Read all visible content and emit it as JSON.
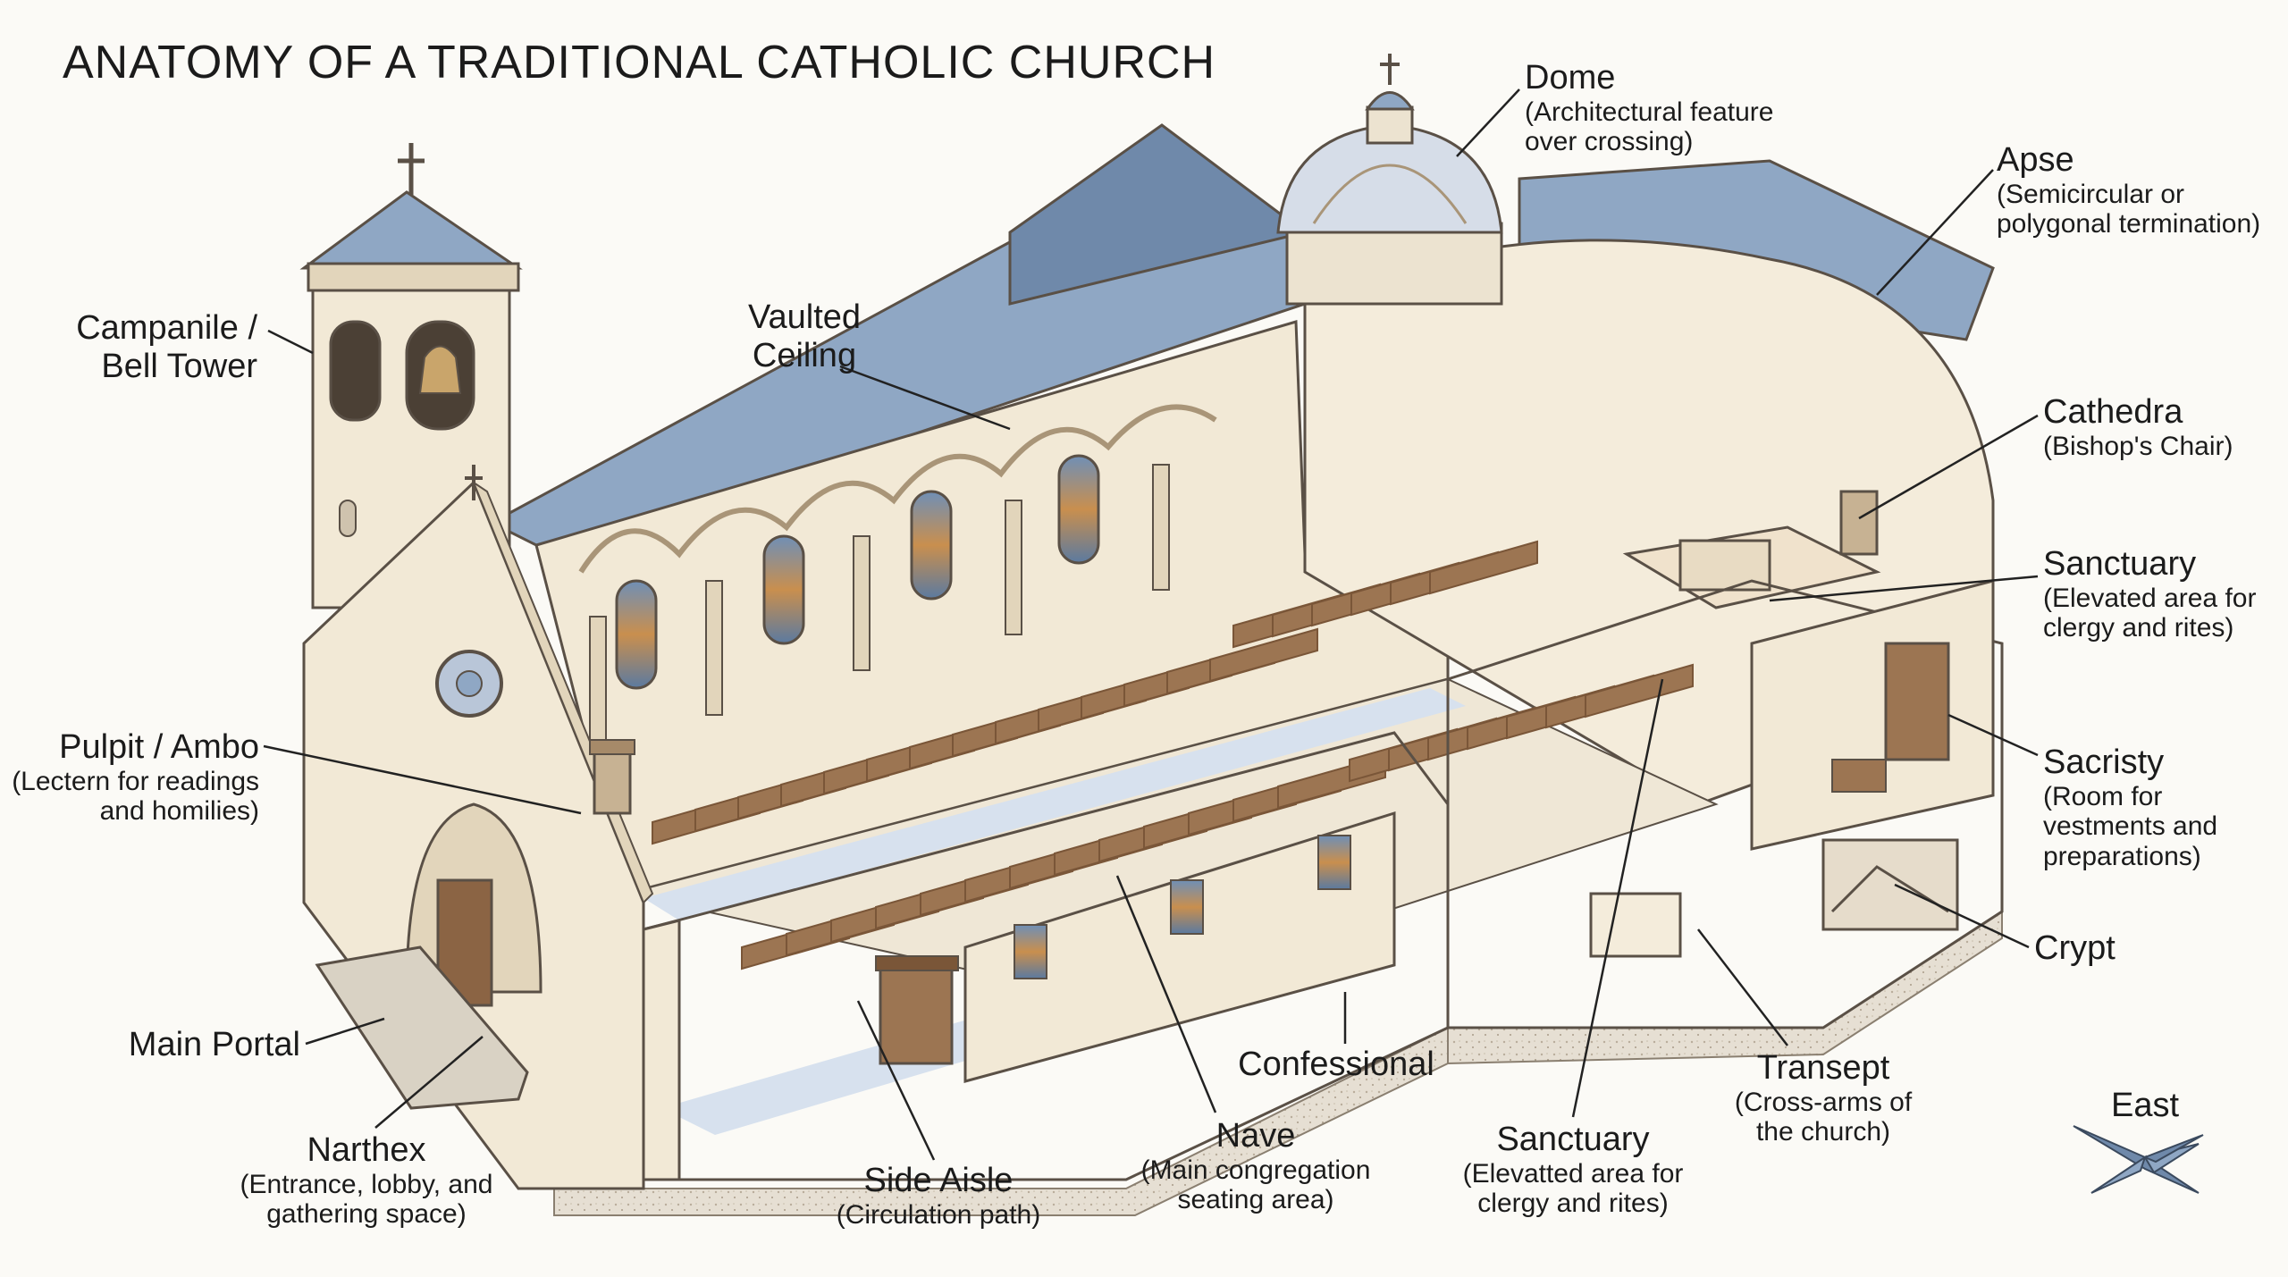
{
  "title": "ANATOMY OF A TRADITIONAL CATHOLIC CHURCH",
  "colors": {
    "background": "#fbfaf6",
    "wall": "#f2e9d6",
    "wall_shadow": "#e2d5bb",
    "roof": "#8fa7c4",
    "roof_dark": "#6f89aa",
    "floor": "#efe7d6",
    "aisle": "#d7e1ee",
    "pew": "#9c7552",
    "pew_dark": "#7a5638",
    "outline": "#5a5046",
    "leader": "#222222"
  },
  "labels": {
    "dome": {
      "name": "Dome",
      "desc": "(Architectural feature\nover crossing)"
    },
    "apse": {
      "name": "Apse",
      "desc": "(Semicircular or\npolygonal termination)"
    },
    "campanile": {
      "name": "Campanile /\nBell Tower"
    },
    "vaulted": {
      "name": "Vaulted\nCeiling"
    },
    "cathedra": {
      "name": "Cathedra",
      "desc": "(Bishop's Chair)"
    },
    "sanctuary_right": {
      "name": "Sanctuary",
      "desc": "(Elevated area for\nclergy and rites)"
    },
    "pulpit": {
      "name": "Pulpit / Ambo",
      "desc": "(Lectern for readings\nand homilies)"
    },
    "sacristy": {
      "name": "Sacristy",
      "desc": "(Room for\nvestments and\npreparations)"
    },
    "crypt": {
      "name": "Crypt"
    },
    "main_portal": {
      "name": "Main Portal"
    },
    "confessional": {
      "name": "Confessional"
    },
    "transept": {
      "name": "Transept",
      "desc": "(Cross-arms of\nthe church)"
    },
    "narthex": {
      "name": "Narthex",
      "desc": "(Entrance, lobby, and\ngathering space)"
    },
    "nave": {
      "name": "Nave",
      "desc": "(Main congregation\nseating area)"
    },
    "side_aisle": {
      "name": "Side Aisle",
      "desc": "(Circulation path)"
    },
    "sanctuary_bottom": {
      "name": "Sanctuary",
      "desc": "(Elevatted area for\nclergy and rites)"
    },
    "compass": {
      "name": "East"
    }
  }
}
